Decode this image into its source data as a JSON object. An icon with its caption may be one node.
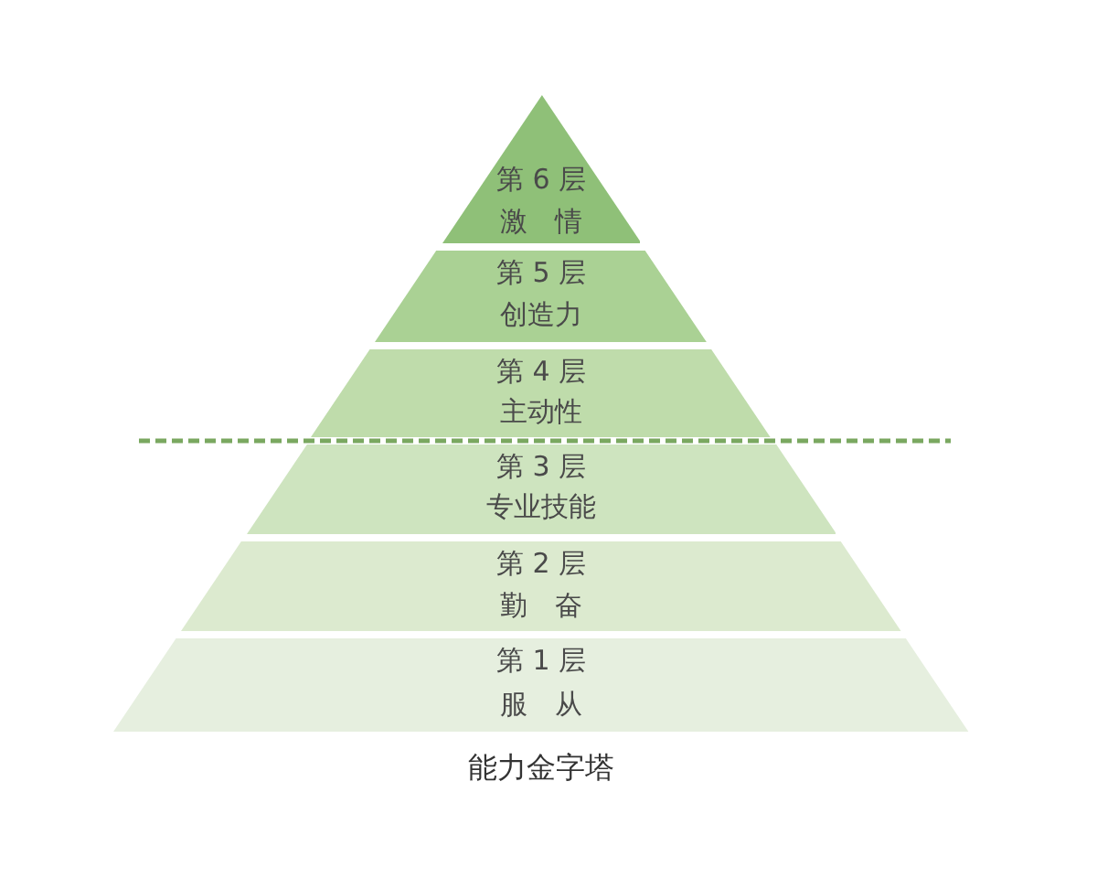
{
  "diagram": {
    "caption": "能力金字塔",
    "nodes": [
      {
        "text": [
          "第 6 层",
          "激 情"
        ]
      },
      {
        "text": [
          "第 5 层",
          "创造力"
        ]
      },
      {
        "text": [
          "第 4 层",
          "主动性"
        ]
      },
      {
        "text": [
          "第 3 层",
          "专业技能"
        ]
      },
      {
        "text": [
          "第 2 层",
          "勤 奋"
        ]
      },
      {
        "text": [
          "第 1 层",
          "服 从"
        ]
      }
    ]
  }
}
